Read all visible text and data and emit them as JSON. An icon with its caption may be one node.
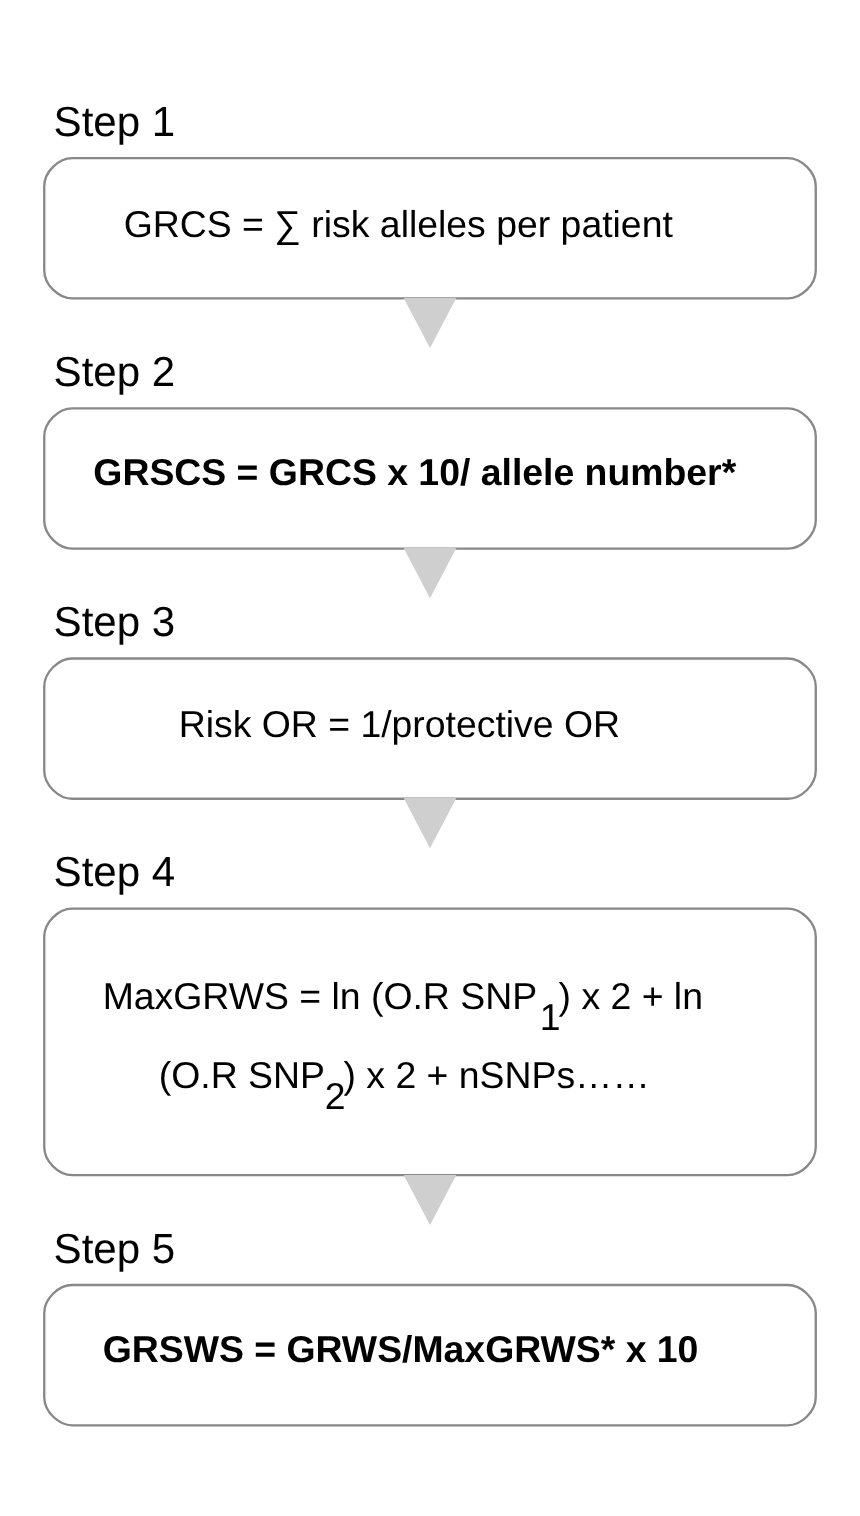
{
  "diagram": {
    "nodes": [
      {
        "text": [
          "Step 1",
          "GRCS = ∑ risk alleles per patient"
        ]
      },
      {
        "text": [
          "Step 2",
          "GRSCS = GRCS x 10/ allele number*"
        ]
      },
      {
        "text": [
          "Step 3",
          "Risk OR = 1/protective OR"
        ]
      },
      {
        "text": [
          "Step 4",
          "MaxGRWS = ln (O.R SNP$_{1}$) x 2 + ln (O.R SNP$_{2}$) x 2 + nSNPs……"
        ]
      },
      {
        "text": [
          "Step 5",
          "GRSWS = GRWS/MaxGRWS* x 10"
        ]
      }
    ],
    "edges": [
      {
        "from": 0,
        "to": 1,
        "arrow": "to"
      },
      {
        "from": 1,
        "to": 2,
        "arrow": "to"
      },
      {
        "from": 2,
        "to": 3,
        "arrow": "to"
      },
      {
        "from": 3,
        "to": 4,
        "arrow": "to"
      }
    ]
  }
}
